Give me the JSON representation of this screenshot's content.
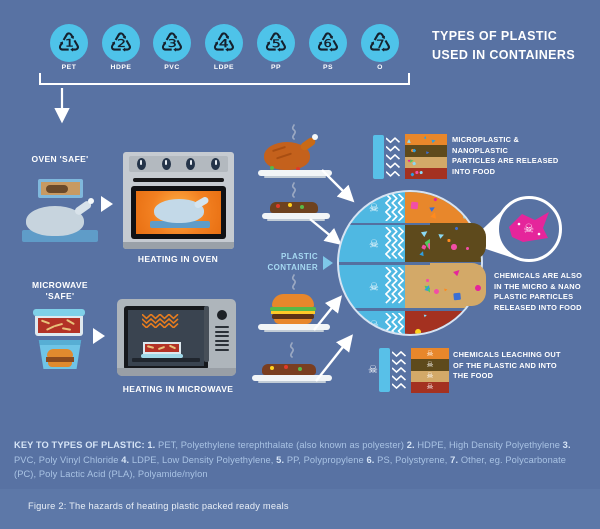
{
  "colors": {
    "bg": "#5872a3",
    "caption_strip": "#5d78a8",
    "symbol_circle": "#4ec3e9",
    "container_blue": "#4fb8e2",
    "band_orange": "#e8872b",
    "band_brown": "#5e4a1c",
    "band_tan": "#d3a968",
    "band_red": "#a43120",
    "legend_bar_blue": "#58c0e8",
    "callout_pink": "#e5259b"
  },
  "icons": {
    "skull": "☠"
  },
  "header": {
    "title_line1": "TYPES OF PLASTIC",
    "title_line2": "USED IN CONTAINERS"
  },
  "symbols": [
    {
      "glyph": "♳",
      "label": "PET"
    },
    {
      "glyph": "♴",
      "label": "HDPE"
    },
    {
      "glyph": "♵",
      "label": "PVC"
    },
    {
      "glyph": "♶",
      "label": "LDPE"
    },
    {
      "glyph": "♷",
      "label": "PP"
    },
    {
      "glyph": "♸",
      "label": "PS"
    },
    {
      "glyph": "♹",
      "label": "O"
    }
  ],
  "sections": {
    "oven": {
      "safe_label": "OVEN 'SAFE'",
      "heating_label": "HEATING IN OVEN"
    },
    "microwave": {
      "safe_line1": "MICROWAVE",
      "safe_line2": "'SAFE'",
      "heating_label": "HEATING IN MICROWAVE"
    }
  },
  "plastic_container": {
    "line1": "PLASTIC",
    "line2": "CONTAINER"
  },
  "annotations": {
    "micro": [
      "MICROPLASTIC &",
      "NANOPLASTIC",
      "PARTICLES ARE RELEASED",
      "INTO FOOD"
    ],
    "chem": [
      "CHEMICALS ARE ALSO",
      "IN THE MICRO & NANO",
      "PLASTIC PARTICLES",
      "RELEASED INTO FOOD"
    ],
    "leach": [
      "CHEMICALS LEACHING OUT",
      "OF THE PLASTIC AND INTO",
      "THE FOOD"
    ]
  },
  "key": {
    "segments": [
      {
        "t": "KEY TO TYPES OF PLASTIC: ",
        "b": 1
      },
      {
        "t": "1.",
        "b": 1
      },
      {
        "t": " PET, Polyethylene terephthalate (also known as polyester) ",
        "b": 0
      },
      {
        "t": "2.",
        "b": 1
      },
      {
        "t": " HDPE, High Density Polyethylene ",
        "b": 0
      },
      {
        "t": "3.",
        "b": 1
      },
      {
        "t": " PVC, Poly Vinyl Chloride ",
        "b": 0
      },
      {
        "t": "4.",
        "b": 1
      },
      {
        "t": " LDPE, Low Density Polyethylene, ",
        "b": 0
      },
      {
        "t": "5.",
        "b": 1
      },
      {
        "t": " PP, Polypropylene ",
        "b": 0
      },
      {
        "t": "6.",
        "b": 1
      },
      {
        "t": " PS, Polystyrene, ",
        "b": 0
      },
      {
        "t": "7.",
        "b": 1
      },
      {
        "t": " Other, eg. Polycarbonate (PC), Poly Lactic Acid (PLA), Polyamide/nylon",
        "b": 0
      }
    ]
  },
  "caption": {
    "text": "Figure 2: The hazards of heating plastic packed ready meals"
  }
}
